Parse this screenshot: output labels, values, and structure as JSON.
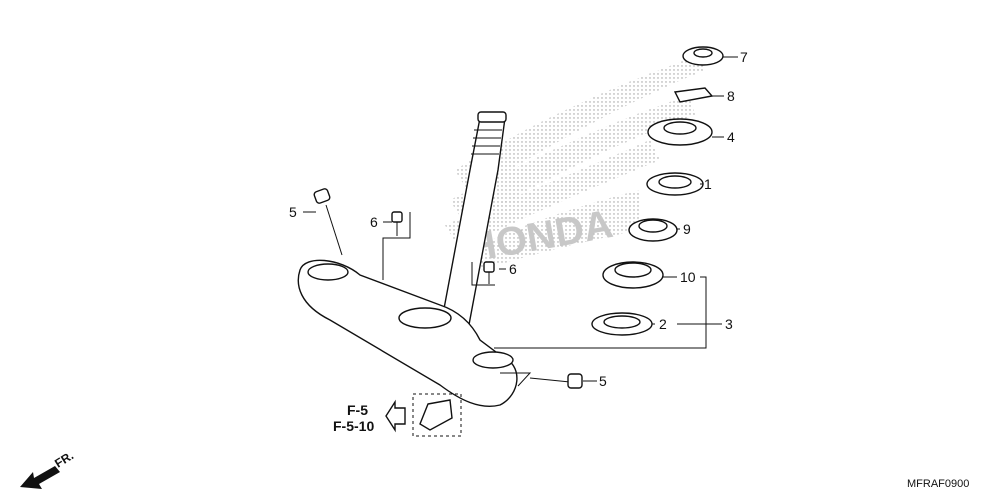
{
  "diagram": {
    "part_labels": {
      "p7": "7",
      "p8": "8",
      "p4": "4",
      "p1": "1",
      "p9": "9",
      "p10": "10",
      "p2": "2",
      "p3": "3",
      "p5_left": "5",
      "p5_right": "5",
      "p6_left": "6",
      "p6_right": "6"
    },
    "references": {
      "ref1": "F-5",
      "ref2": "F-5-10"
    },
    "direction_label": "FR.",
    "watermark_text": "HONDA",
    "diagram_code": "MFRAF0900"
  },
  "colors": {
    "ink": "#111111",
    "background": "#ffffff",
    "watermark_dots": "#9a9a9a"
  }
}
